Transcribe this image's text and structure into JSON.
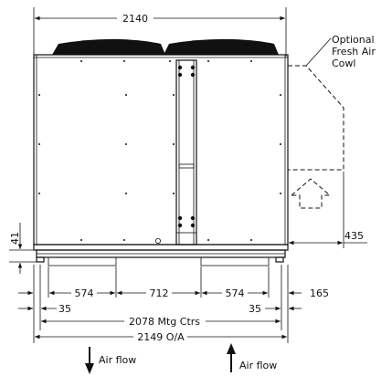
{
  "dimensions": {
    "overall_top_width": "2140",
    "cowl_projection": "435",
    "base_height": "41",
    "span_left": "574",
    "span_middle": "712",
    "span_right": "574",
    "offset_left": "35",
    "offset_right": "35",
    "offset_outer": "165",
    "mounting_centres": "2078 Mtg Ctrs",
    "overall_length": "2149 O/A"
  },
  "labels": {
    "cowl_line1": "Optional",
    "cowl_line2": "Fresh Air",
    "cowl_line3": "Cowl",
    "airflow_down": "Air flow",
    "airflow_up": "Air flow"
  }
}
